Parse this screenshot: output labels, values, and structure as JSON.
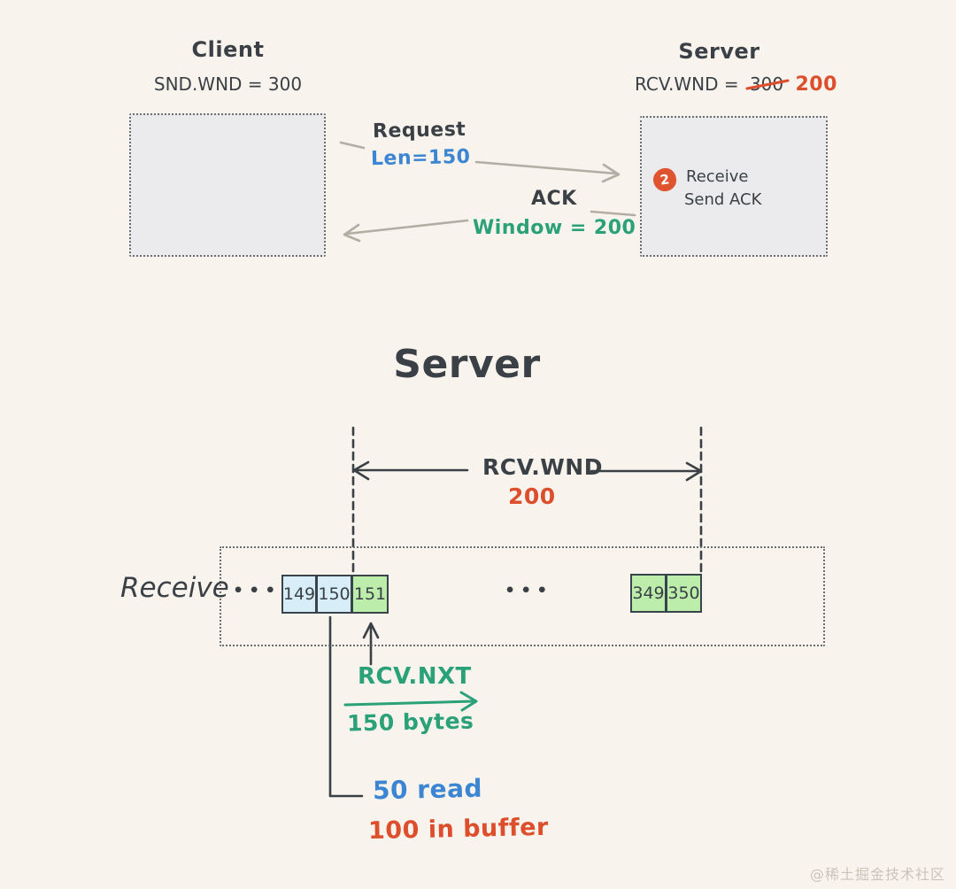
{
  "colors": {
    "bg": "#f8f4ed",
    "ink": "#3a4045",
    "arrow-gray": "#b3aea4",
    "blue": "#3c85d2",
    "green": "#2aa179",
    "red": "#dc4e2c",
    "badge-orange": "#e0532f",
    "box-fill": "#ebebed",
    "cell-blue": "#d7edf7",
    "cell-green": "#bdedab",
    "cell-border": "#39434b",
    "watermark-gray": "#c9c3ba"
  },
  "sequence": {
    "client": {
      "title": "Client",
      "window": "SND.WND = 300"
    },
    "server": {
      "title": "Server",
      "window_prefix": "RCV.WND =",
      "window_old": "300",
      "window_new": "200",
      "step_badge": "2",
      "step_line1": "Receive",
      "step_line2": "Send ACK"
    },
    "request": {
      "label": "Request",
      "detail": "Len=150"
    },
    "ack": {
      "label": "ACK",
      "detail": "Window = 200"
    }
  },
  "detail": {
    "title": "Server",
    "window_label": "RCV.WND",
    "window_value": "200",
    "row_label": "Receive",
    "ellipsis_left": "•••",
    "ellipsis_middle": "•••",
    "cells": [
      {
        "value": "149",
        "color": "blue"
      },
      {
        "value": "150",
        "color": "blue"
      },
      {
        "value": "151",
        "color": "green"
      },
      {
        "value": "349",
        "color": "green"
      },
      {
        "value": "350",
        "color": "green"
      }
    ],
    "rcv_nxt_label": "RCV.NXT",
    "rcv_nxt_detail": "150 bytes",
    "note_read": "50 read",
    "note_buffer": "100 in buffer"
  },
  "watermark": "@稀土掘金技术社区"
}
